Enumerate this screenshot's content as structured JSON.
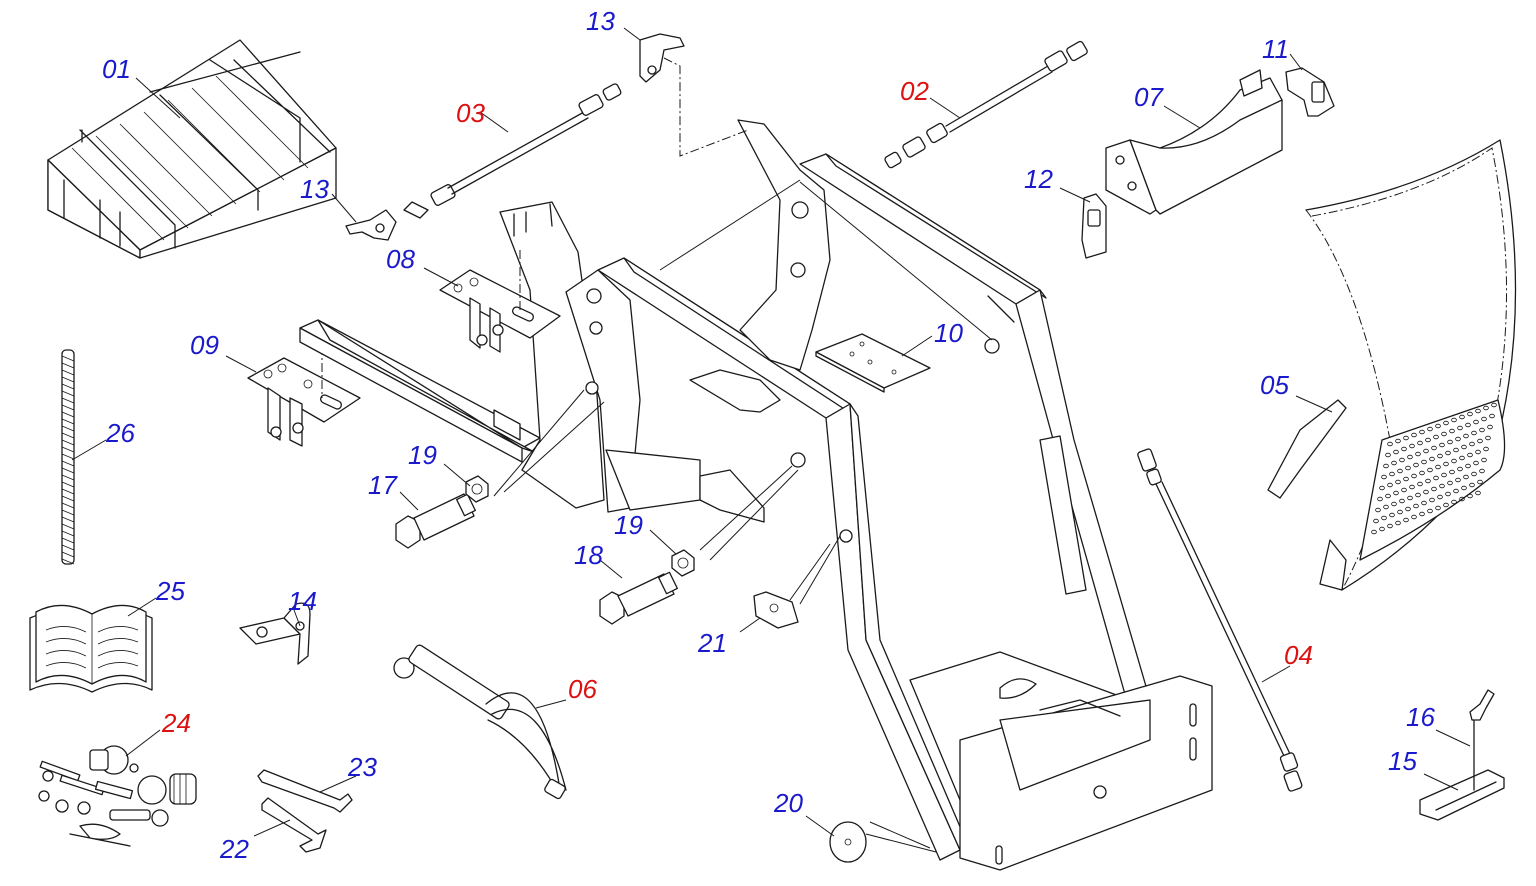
{
  "colors": {
    "standard_label": "#1a1acc",
    "highlight_label": "#dd1111",
    "line": "#1a1a1a"
  },
  "labels": {
    "p01": "01",
    "p02": "02",
    "p03": "03",
    "p04": "04",
    "p05": "05",
    "p06": "06",
    "p07": "07",
    "p08": "08",
    "p09": "09",
    "p10": "10",
    "p11": "11",
    "p12": "12",
    "p13a": "13",
    "p13b": "13",
    "p14": "14",
    "p15": "15",
    "p16": "16",
    "p17": "17",
    "p18": "18",
    "p19a": "19",
    "p19b": "19",
    "p20": "20",
    "p21": "21",
    "p22": "22",
    "p23": "23",
    "p24": "24",
    "p25": "25",
    "p26": "26"
  },
  "highlighted_parts": [
    "02",
    "03",
    "04",
    "06",
    "24"
  ]
}
